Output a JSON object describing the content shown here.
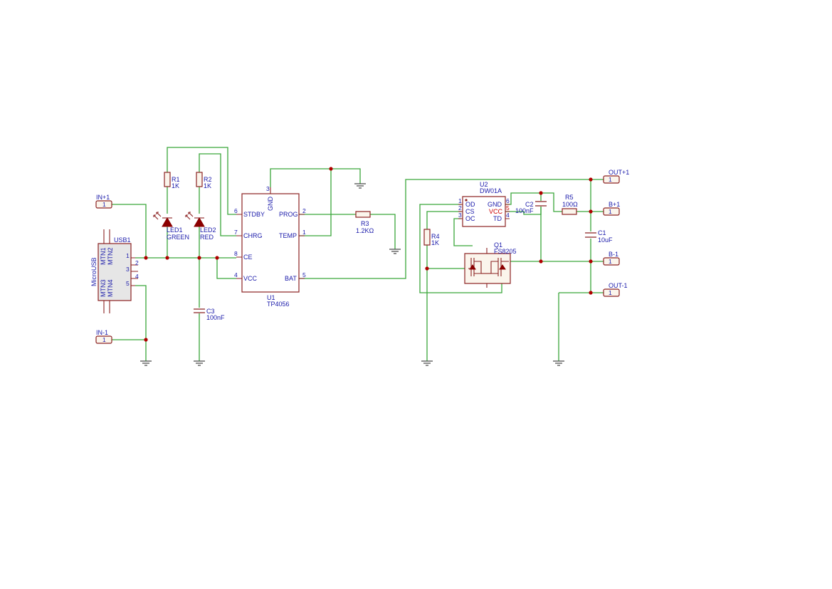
{
  "connectors": {
    "in_pos": {
      "ref": "IN+1",
      "pin": "1"
    },
    "in_neg": {
      "ref": "IN-1",
      "pin": "1"
    },
    "out_pos": {
      "ref": "OUT+1",
      "pin": "1"
    },
    "b_pos": {
      "ref": "B+1",
      "pin": "1"
    },
    "b_neg": {
      "ref": "B-1",
      "pin": "1"
    },
    "out_neg": {
      "ref": "OUT-1",
      "pin": "1"
    }
  },
  "usb1": {
    "ref": "USB1",
    "value": "MicroUSB",
    "mtn": [
      "MTN1",
      "MTN2",
      "MTN3",
      "MTN4"
    ],
    "pins": [
      "1",
      "2",
      "3",
      "4",
      "5"
    ]
  },
  "resistors": {
    "r1": {
      "ref": "R1",
      "value": "1K"
    },
    "r2": {
      "ref": "R2",
      "value": "1K"
    },
    "r3": {
      "ref": "R3",
      "value": "1.2KΩ"
    },
    "r4": {
      "ref": "R4",
      "value": "1K"
    },
    "r5": {
      "ref": "R5",
      "value": "100Ω"
    }
  },
  "leds": {
    "led1": {
      "ref": "LED1",
      "value": "GREEN"
    },
    "led2": {
      "ref": "LED2",
      "value": "RED"
    }
  },
  "capacitors": {
    "c1": {
      "ref": "C1",
      "value": "10uF"
    },
    "c2": {
      "ref": "C2",
      "value": "100nF"
    },
    "c3": {
      "ref": "C3",
      "value": "100nF"
    }
  },
  "u1": {
    "ref": "U1",
    "value": "TP4056",
    "pins": {
      "stdby": {
        "name": "STDBY",
        "num": "6"
      },
      "chrg": {
        "name": "CHRG",
        "num": "7"
      },
      "ce": {
        "name": "CE",
        "num": "8"
      },
      "vcc": {
        "name": "VCC",
        "num": "4"
      },
      "gnd": {
        "name": "GND",
        "num": "3"
      },
      "prog": {
        "name": "PROG",
        "num": "2"
      },
      "temp": {
        "name": "TEMP",
        "num": "1"
      },
      "bat": {
        "name": "BAT",
        "num": "5"
      }
    }
  },
  "u2": {
    "ref": "U2",
    "value": "DW01A",
    "pins": {
      "od": {
        "name": "OD",
        "num": "1"
      },
      "cs": {
        "name": "CS",
        "num": "2"
      },
      "oc": {
        "name": "OC",
        "num": "3"
      },
      "gnd": {
        "name": "GND",
        "num": "6"
      },
      "vcc": {
        "name": "VCC",
        "num": "5"
      },
      "td": {
        "name": "TD",
        "num": "4"
      }
    }
  },
  "q1": {
    "ref": "Q1",
    "value": "FS8205"
  },
  "colors": {
    "wire": "#3aa63a",
    "symbol": "#8b2222",
    "text": "#1a1aaa",
    "junction": "#b00000",
    "highlight": "#cc0000"
  }
}
